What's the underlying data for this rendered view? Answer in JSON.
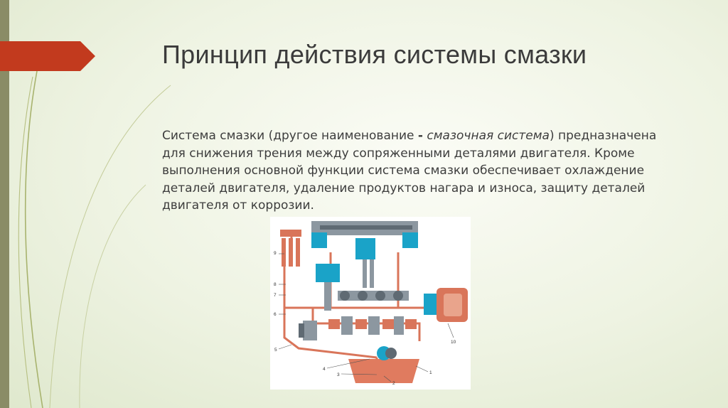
{
  "slide": {
    "title": "Принцип действия системы смазки",
    "paragraph": {
      "part1": "Система смазки (другое наименование ",
      "dash": "-",
      "part2": " ",
      "italic": "смазочная система",
      "part3": ") предназначена для снижения трения между сопряженными деталями двигателя. Кроме выполнения основной функции система смазки обеспечивает охлаждение деталей двигателя, удаление продуктов нагара и износа, защиту деталей двигателя от коррозии."
    },
    "diagram_labels": [
      "1",
      "2",
      "3",
      "4",
      "5",
      "6",
      "7",
      "8",
      "9",
      "10"
    ]
  },
  "colors": {
    "accent_red": "#c23a1e",
    "band": "#8a8c66",
    "oil_line": "#d9755a",
    "part_blue": "#1aa3c8",
    "part_gray": "#8c97a0"
  }
}
